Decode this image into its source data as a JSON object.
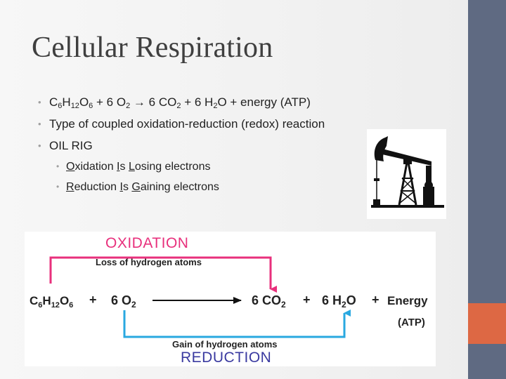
{
  "slide": {
    "title": "Cellular Respiration",
    "bullets": {
      "equation": {
        "pre": "C",
        "s1": "6",
        "h": "H",
        "s2": "12",
        "o": "O",
        "s3": "6",
        "plus_o2": " + 6 O",
        "s4": "2",
        "arrow": " → ",
        "co2": "6 CO",
        "s5": "2",
        "plus_h2o": " + 6 H",
        "s6": "2",
        "tail": "O + energy (ATP)"
      },
      "redox": "Type of coupled oxidation-reduction (redox) reaction",
      "oilrig": "OIL RIG"
    },
    "subbullets": {
      "oxidation": {
        "first": "O",
        "rest": "xidation ",
        "is_first": "I",
        "is_rest": "s ",
        "verb_first": "L",
        "verb_rest": "osing electrons"
      },
      "reduction": {
        "first": "R",
        "rest": "eduction ",
        "is_first": "I",
        "is_rest": "s ",
        "verb_first": "G",
        "verb_rest": "aining electrons"
      }
    },
    "bullet_glyph": "•"
  },
  "diagram": {
    "oxidation_title": "OXIDATION",
    "oxidation_caption": "Loss of hydrogen atoms",
    "reduction_title": "REDUCTION",
    "reduction_caption": "Gain of hydrogen atoms",
    "glucose": {
      "c": "C",
      "s1": "6",
      "h": "H",
      "s2": "12",
      "o": "O",
      "s3": "6"
    },
    "plus1": "+",
    "o2": "6 O",
    "o2_sub": "2",
    "co2": "6 CO",
    "co2_sub": "2",
    "plus2": "+",
    "h2o_a": "6 H",
    "h2o_sub": "2",
    "h2o_b": "O",
    "plus3": "+",
    "energy": "Energy",
    "atp": "(ATP)"
  },
  "colors": {
    "sidebar": "#5f6a82",
    "sidebar_accent": "#dd6844",
    "oxidation": "#e8307c",
    "reduction": "#29a8e0",
    "reduction_text": "#3a3aa0"
  }
}
